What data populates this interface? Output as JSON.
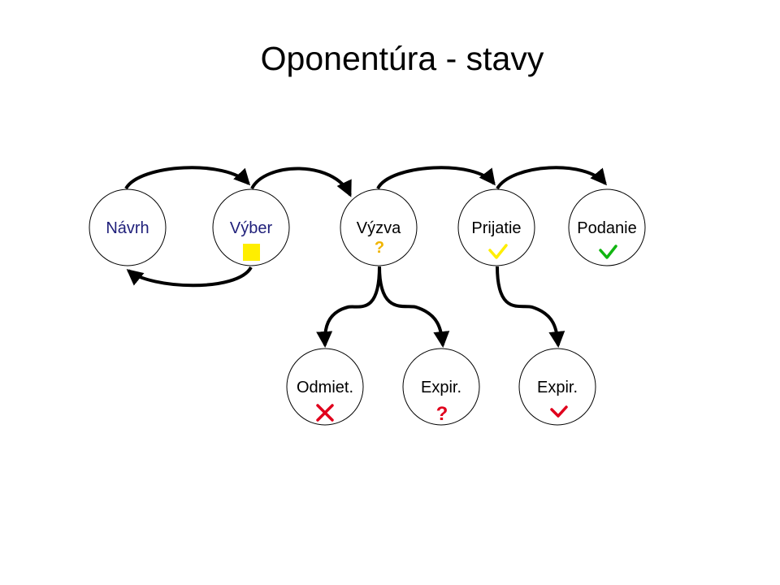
{
  "title": "Oponentúra - stavy",
  "colors": {
    "accent_text": "#1f1f7a",
    "plain_text": "#000000",
    "yellow": "#ffee00",
    "yellow_q": "#f0b400",
    "green": "#11b511",
    "red": "#e0001c",
    "edge": "#000000"
  },
  "nodes": [
    {
      "id": "navrh",
      "label": "Návrh",
      "label_color": "accent",
      "mark": "none"
    },
    {
      "id": "vyber",
      "label": "Výber",
      "label_color": "accent",
      "mark": "yellow-square"
    },
    {
      "id": "vyzva",
      "label": "Výzva",
      "label_color": "plain",
      "mark": "question",
      "mark_text": "?",
      "mark_color": "yellow_q"
    },
    {
      "id": "prijatie",
      "label": "Prijatie",
      "label_color": "plain",
      "mark": "check",
      "mark_color": "yellow"
    },
    {
      "id": "podanie",
      "label": "Podanie",
      "label_color": "plain",
      "mark": "check",
      "mark_color": "green"
    },
    {
      "id": "odmiet",
      "label": "Odmiet.",
      "label_color": "plain",
      "mark": "cross",
      "mark_color": "red"
    },
    {
      "id": "expir1",
      "label": "Expir.",
      "label_color": "plain",
      "mark": "question",
      "mark_text": "?",
      "mark_color": "red"
    },
    {
      "id": "expir2",
      "label": "Expir.",
      "label_color": "plain",
      "mark": "check",
      "mark_color": "red"
    }
  ],
  "edges": [
    {
      "from": "navrh",
      "to": "vyber"
    },
    {
      "from": "vyber",
      "to": "navrh"
    },
    {
      "from": "vyber",
      "to": "vyzva"
    },
    {
      "from": "vyzva",
      "to": "prijatie"
    },
    {
      "from": "prijatie",
      "to": "podanie"
    },
    {
      "from": "vyzva",
      "to": "odmiet"
    },
    {
      "from": "vyzva",
      "to": "expir1"
    },
    {
      "from": "prijatie",
      "to": "expir2"
    }
  ]
}
